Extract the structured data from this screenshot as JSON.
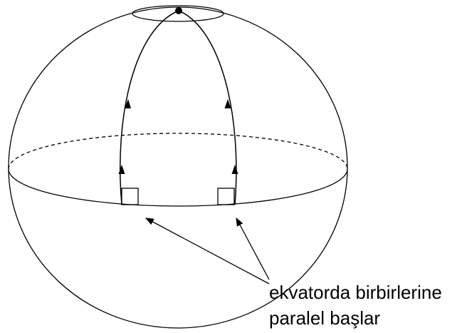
{
  "annotation": {
    "line1": "ekvatorda birbirlerine",
    "line2": "paralel başlar"
  },
  "colors": {
    "stroke": "#000000",
    "background": "#ffffff"
  },
  "icons": {
    "north_pole_marker": "filled-dot",
    "direction_arrows": "arrowhead",
    "right_angle_markers": "square"
  }
}
